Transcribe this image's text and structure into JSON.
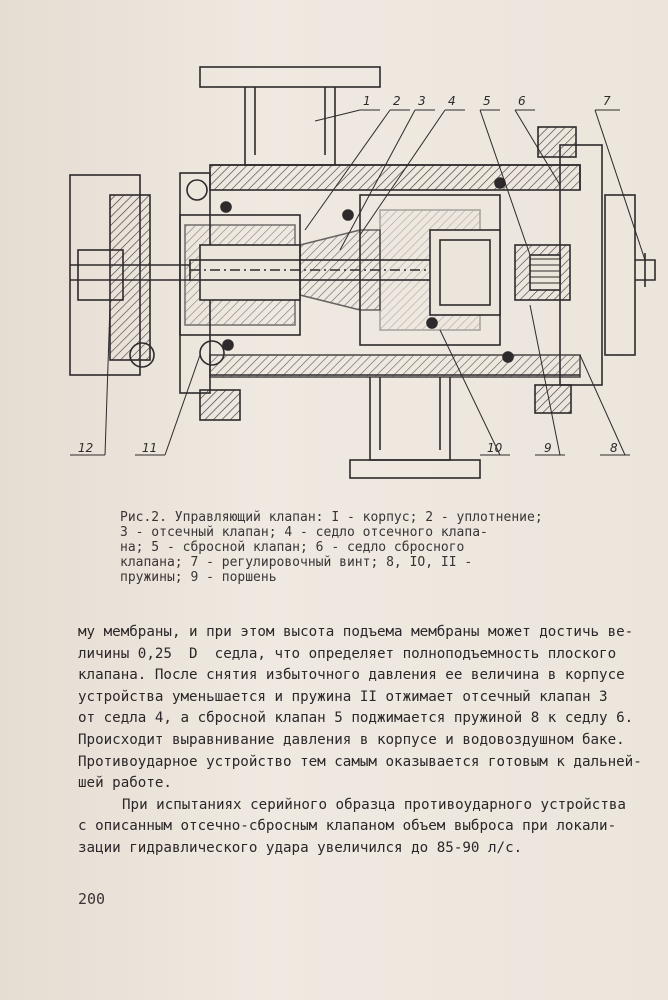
{
  "figure": {
    "labels": [
      "1",
      "2",
      "3",
      "4",
      "5",
      "6",
      "7",
      "12",
      "11",
      "10",
      "9",
      "8"
    ]
  },
  "caption": {
    "lines": [
      "Рис.2. Управляющий клапан: I - корпус; 2 - уплотнение;",
      "3 - отсечный клапан; 4 - седло отсечного клапа-",
      "на; 5 - сбросной клапан; 6 - седло сбросного",
      "клапана; 7 - регулировочный винт; 8, IO, II -",
      "пружины; 9 - поршень"
    ]
  },
  "body": {
    "lines": [
      "му мембраны, и при этом высота подъема мембраны может достичь ве-",
      "личины 0,25  D  седла, что определяет полноподъемность плоского",
      "клапана. После снятия избыточного давления ее величина в корпусе",
      "устройства уменьшается и пружина II отжимает отсечный клапан 3",
      "от седла 4, а сбросной клапан 5 поджимается пружиной 8 к седлу 6.",
      "Происходит выравнивание давления в корпусе и водовоздушном баке.",
      "Противоударное устройство тем самым оказывается готовым к дальней-",
      "шей работе."
    ],
    "paragraph2": [
      "При испытаниях серийного образца противоударного устройства",
      "с описанным отсечно-сбросным клапаном объем выброса при локали-",
      "зации гидравлического удара увеличился до 85-90 л/с."
    ]
  },
  "page_number": "200"
}
